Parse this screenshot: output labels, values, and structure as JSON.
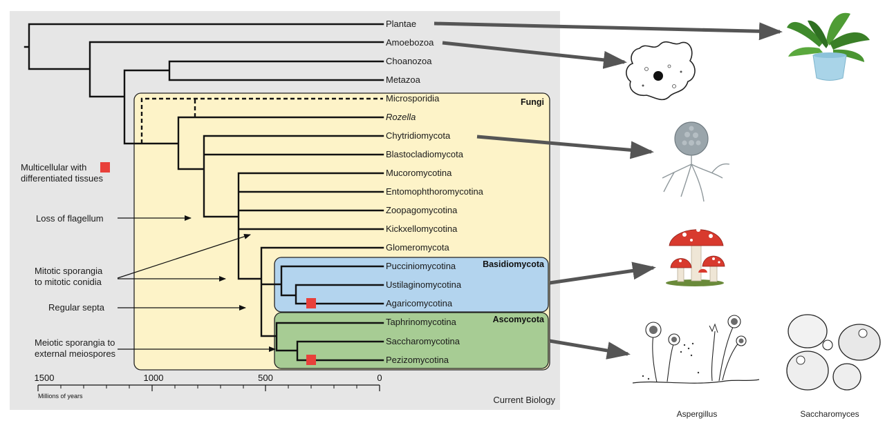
{
  "taxa": [
    {
      "label": "Plantae",
      "italic": false
    },
    {
      "label": "Amoebozoa",
      "italic": false
    },
    {
      "label": "Choanozoa",
      "italic": false
    },
    {
      "label": "Metazoa",
      "italic": false
    },
    {
      "label": "Microsporidia",
      "italic": false
    },
    {
      "label": "Rozella",
      "italic": true
    },
    {
      "label": "Chytridiomycota",
      "italic": false
    },
    {
      "label": "Blastocladiomycota",
      "italic": false
    },
    {
      "label": "Mucoromycotina",
      "italic": false
    },
    {
      "label": "Entomophthoromycotina",
      "italic": false
    },
    {
      "label": "Zoopagomycotina",
      "italic": false
    },
    {
      "label": "Kickxellomycotina",
      "italic": false
    },
    {
      "label": "Glomeromycota",
      "italic": false
    },
    {
      "label": "Pucciniomycotina",
      "italic": false
    },
    {
      "label": "Ustilaginomycotina",
      "italic": false
    },
    {
      "label": "Agaricomycotina",
      "italic": false
    },
    {
      "label": "Taphrinomycotina",
      "italic": false
    },
    {
      "label": "Saccharomycotina",
      "italic": false
    },
    {
      "label": "Pezizomycotina",
      "italic": false
    }
  ],
  "groups": {
    "fungi": "Fungi",
    "basidiomycota": "Basidiomycota",
    "ascomycota": "Ascomycota"
  },
  "legend": {
    "line1": "Multicellular with",
    "line2": "differentiated tissues",
    "marker_color": "#e8403a"
  },
  "annotations": {
    "loss_of_flagellum": "Loss of flagellum",
    "mitotic_line1": "Mitotic sporangia",
    "mitotic_line2": "to mitotic conidia",
    "regular_septa": "Regular septa",
    "meiotic_line1": "Meiotic sporangia to",
    "meiotic_line2": "external meiospores"
  },
  "axis": {
    "ticks": [
      "1500",
      "1000",
      "500",
      "0"
    ],
    "unit": "Millions of years"
  },
  "credit": "Current Biology",
  "captions": {
    "aspergillus": "Aspergillus",
    "saccharomyces": "Saccharomyces"
  },
  "colors": {
    "panel_bg": "#e6e6e6",
    "fungi_bg": "#fdf3c8",
    "basidio_bg": "#b3d4ee",
    "asco_bg": "#a7cc94",
    "marker": "#e8403a",
    "arrow": "#555555"
  }
}
